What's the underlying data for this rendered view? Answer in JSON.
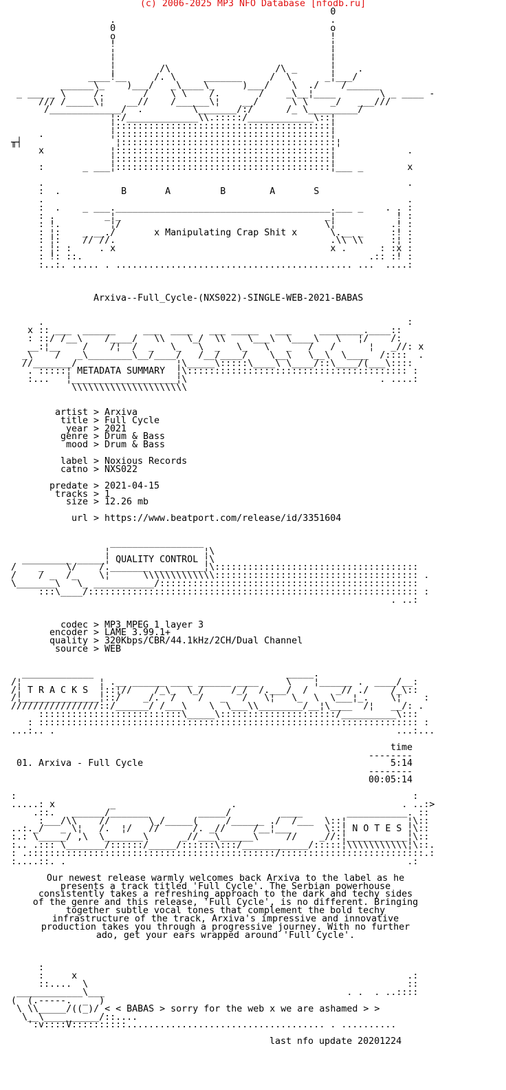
{
  "copyright": "(c) 2006-2025 MP3 NFO Database [nfodb.ru]",
  "colors": {
    "text": "#000000",
    "background": "#ffffff",
    "copyright": "#e01010"
  },
  "logo": {
    "lines": [
      "                                                            0",
      "                    .                                       .",
      "                    0                                       o",
      "                    o                                       !",
      "                    !                                       ¦",
      "                    ¦                                       ¦",
      "                    ¦                                       ¦",
      "                    ¦        /\\                   /\\ _      ¦    .",
      "                ____!__     /. \\     _______     /  \\      _¦___/",
      "           ______\\_    )___/   _\\____\\_     )___/    \\  ./    /______",
      "   _ ___ _ \\     /.       /    \\ \\    /.       /    _\\__¦____        \\ _ ____ -",
      "       /// /_____\\¦    __//    /______\\¦    __/      \\ \\    _/   ___///",
      "        /_____________/  .         \\_______/:/      /_ \\_________/",
      "                    ¦:/_____________\\\\.:::::/____________\\::¦",
      "                    ¦:::::::::::::::::::::::::::::::::::::::¦",
      "       .            ¦:::::::::::::::::::::::::::::::::::::::¦",
      "  ╥┤                 ¦:::::::::::::::::::::::::::::::::::::::¦",
      "       x            ¦:::::::::::::::::::::::::::::::::::::::¦             .",
      "                    ¦:::::::::::::::::::::::::::::::::::::::¦",
      "       :       _ ___¦:::::::::::::::::::::::::::::::::::::::¦___ _        x",
      "",
      "       .                                                                  .",
      "       :  .           B       A         B        A       S",
      "       .                                                                  .",
      "       :  .    _ ___._______________________________________.___ _    . . :",
      "       : .         _¦_                                     _¦           ! :",
      "       : !.         ¦/                                     \\¦          .! :",
      "       : ¦:    _ __./       x Manipulating Crap Shit x      \\.__ _     :! :",
      "       : ¦:    // //.                                       .\\\\ \\\\     :¦ :",
      "       : ¦: :     . x                                       x .      : :x :",
      "       : !: ::.                                                    .:: :! :",
      "       :..:. ..... . ........................................... ...  ....:"
    ]
  },
  "release_name": "Arxiva--Full_Cycle-(NXS022)-SINGLE-WEB-2021-BABAS",
  "metadata_banner": {
    "lines": [
      "       .                                                                  :",
      "     x :: ___  ______     ___  ____   ___ _____   ___     ________.____::",
      "     : ::/ /__\\    /____/   \\\\    \\_/  \\\\    \\___\\  \\____\\   \\   ¦/    /:",
      "     __:¦__    /    /¦  /  _   \\_   \\  _   \\_   \\   _   /   /      ¦   _//: x",
      "    _\\    /   _\\________\\__/____/   /__/____/    \\__\\   \\__\\  \\____  /::::  .",
      "    //_______/                  ¦\\_____\\:::::\\____\\ \\____/::\\____/(___\\::::",
      "     . :::::¦ METADATA SUMMARY  ¦\\:::::::::::::::::::::::::::::::::::::::: :",
      "     :...   ¦___________________¦\\                                   . ....:",
      "             \\\\\\\\\\\\\\\\\\\\\\\\\\\\\\\\\\\\\\\\\\"
    ]
  },
  "metadata": {
    "separator": ">",
    "groups": [
      [
        {
          "label": "artist",
          "value": "Arxiva"
        },
        {
          "label": "title",
          "value": "Full Cycle"
        },
        {
          "label": "year",
          "value": "2021"
        },
        {
          "label": "genre",
          "value": "Drum & Bass"
        },
        {
          "label": "mood",
          "value": "Drum & Bass"
        }
      ],
      [
        {
          "label": "label",
          "value": "Noxious Records"
        },
        {
          "label": "catno",
          "value": "NXS022"
        }
      ],
      [
        {
          "label": "predate",
          "value": "2021-04-15"
        },
        {
          "label": "tracks",
          "value": "1"
        },
        {
          "label": "size",
          "value": "12.26 mb"
        }
      ],
      [
        {
          "label": "url",
          "value": "https://www.beatport.com/release/id/3351604"
        }
      ]
    ]
  },
  "quality_banner": {
    "lines": [
      "                    _________________",
      "                   ¦                 ¦\\",
      "    _________ _____¦ QUALITY CONTROL ¦\\",
      "  /    _    \\/    /._______ _________¦\\:::::::::::::::::::::::::::::::::::::",
      "  /    / _  /_    \\¦      \\\\\\\\\\\\\\\\\\\\\\\\\\::::::::::::::::::::::::::::::::::::: .",
      "  \\_______\\   \\_ ___________/:::::::::::::::::::::::::::::::::::::::::::::::",
      "       :::\\____/:::::::::::::::::::::::::::::::::::::::::::::::::::::::::::: :",
      "                                                                       . ..:"
    ]
  },
  "quality": {
    "fields": [
      {
        "label": "codec",
        "value": "MP3 MPEG 1 layer 3"
      },
      {
        "label": "encoder",
        "value": "LAME 3.99.1+"
      },
      {
        "label": "quality",
        "value": "320Kbps/CBR/44.1kHz/2CH/Dual Channel"
      },
      {
        "label": "source",
        "value": "WEB"
      }
    ]
  },
  "tracks_banner": {
    "lines": [
      "    _____________                                   _____.",
      "  /¦              ¦ .__ ______ ____ ______ ____     \\    ¦______ .  ____/__:",
      "  /¦ T R A C K S  ¦::¦//    /_\\_  \\_/     /_/  /.___/  /     _// ./    /_\\::",
      "  /¦______________¦::/    _/.  /    /   _   /   \\¦   \\_  \\  \\___¦_.    \\¦    :",
      "  ////////////////::/______/ /___\\    \\  \\___\\\\________/__¦\\____  /¦   __/: .",
      "       ::::::::::::::::::::::::::\\_____\\:::::::::::::::::::::/__________\\:::",
      "     : ::::::::::::::::::::::::::::::::::::::::::::::::::::::::::::::::::::: :",
      "  ...:.. .                                                              ...:..."
    ]
  },
  "tracklist": {
    "time_header": "time",
    "rule": "--------",
    "tracks": [
      {
        "label": "01. Arxiva - Full Cycle",
        "duration": "5:14"
      }
    ],
    "total": "00:05:14"
  },
  "notes_banner": {
    "lines": [
      "  :                                                                        :",
      "  .....: x          _                     .                              . ..:>",
      "      .::.   ______/_______         _____/         ____        ___________. ::",
      "       :___/\\\\    //       \\_/_____(     /______ ./  /___  \\::¦           ¦\\::",
      "  ..:._/   _ \\¦   /.  ¦/   //      /. _//     /__¦___      \\::¦ N O T E S ¦\\::",
      "  :.: \\_____/ ,\\  \\_______\\      _//___\\______\\     //    _//:¦___________¦\\::",
      "  :.. .::: \\_______/::::::/_____/::::::\\:::/____________/:::::¦\\\\\\\\\\\\\\\\\\\\\\¦\\::.",
      "  : .:::::::::::::::::::::::::::::::::::::::::::::/::::::::::::::::::::::::::.:",
      "  :....::. .                                                              .:"
    ]
  },
  "notes": {
    "paragraph": [
      "Our newest release warmly welcomes back Arxiva to the label as he",
      "presents a track titled 'Full Cycle'. The Serbian powerhouse",
      "consistently takes a refreshing approach to the dark and techy sides",
      "of the genre and this release, 'Full Cycle', is no different. Bringing",
      "together subtle vocal tones that complement the bold techy",
      "infrastructure of the track, Arxiva's impressive and innovative",
      "production takes you through a progressive journey. With no further",
      "ado, get your ears wrapped around 'Full Cycle'."
    ]
  },
  "footer": {
    "lines": [
      "       :",
      "       :     x                                                            .:",
      "       ::....  \\                                                          ::",
      "   ____________\\___                                            . .  . ..::::",
      "  (  (.-----.  _  )",
      "   \\ \\\\_____/((_)/ < < BABAS > sorry for the web x we are ashamed > >",
      "    \\__\\__________/::....",
      "     ':v::::V::::::::::.................................... . .........."
    ]
  },
  "last_update": "last nfo update 20201224"
}
